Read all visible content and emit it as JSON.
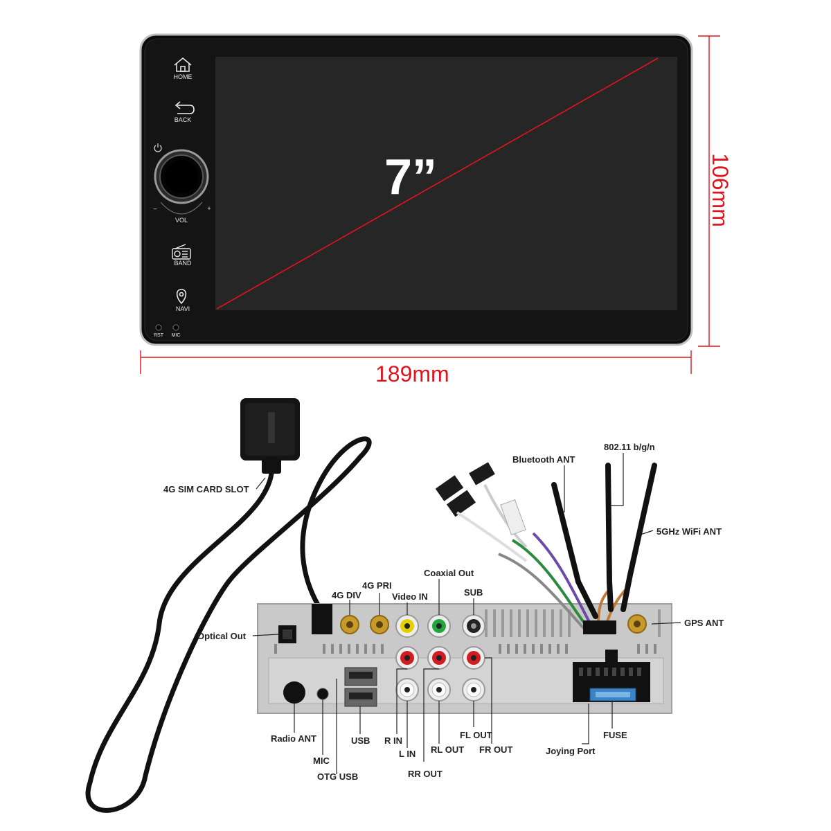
{
  "head_unit": {
    "screen_size": "7”",
    "buttons": [
      {
        "label": "HOME",
        "icon": "home-icon"
      },
      {
        "label": "BACK",
        "icon": "back-arrow-icon"
      },
      {
        "label": "BAND",
        "icon": "radio-icon"
      },
      {
        "label": "NAVI",
        "icon": "location-pin-icon"
      }
    ],
    "volume_label": "VOL",
    "vol_minus": "–",
    "vol_plus": "+",
    "rst_label": "RST",
    "mic_label": "MIC",
    "power_icon": "power-icon"
  },
  "dimensions": {
    "width": "189mm",
    "height": "106mm",
    "color": "#e0141e"
  },
  "connectors": {
    "sim_slot": "4G SIM CARD SLOT",
    "optical_out": "Optical Out",
    "radio_ant": "Radio ANT",
    "mic": "MIC",
    "otg_usb": "OTG USB",
    "usb": "USB",
    "g4_div": "4G DIV",
    "g4_pri": "4G PRI",
    "video_in": "Video IN",
    "coaxial_out": "Coaxial Out",
    "sub": "SUB",
    "r_in": "R IN",
    "l_in": "L IN",
    "rr_out": "RR OUT",
    "rl_out": "RL OUT",
    "fl_out": "FL OUT",
    "fr_out": "FR OUT",
    "bluetooth_ant": "Bluetooth ANT",
    "wifi_80211": "802.11 b/g/n",
    "wifi_5ghz": "5GHz WiFi ANT",
    "gps_ant": "GPS ANT",
    "joying_port": "Joying Port",
    "fuse": "FUSE"
  }
}
